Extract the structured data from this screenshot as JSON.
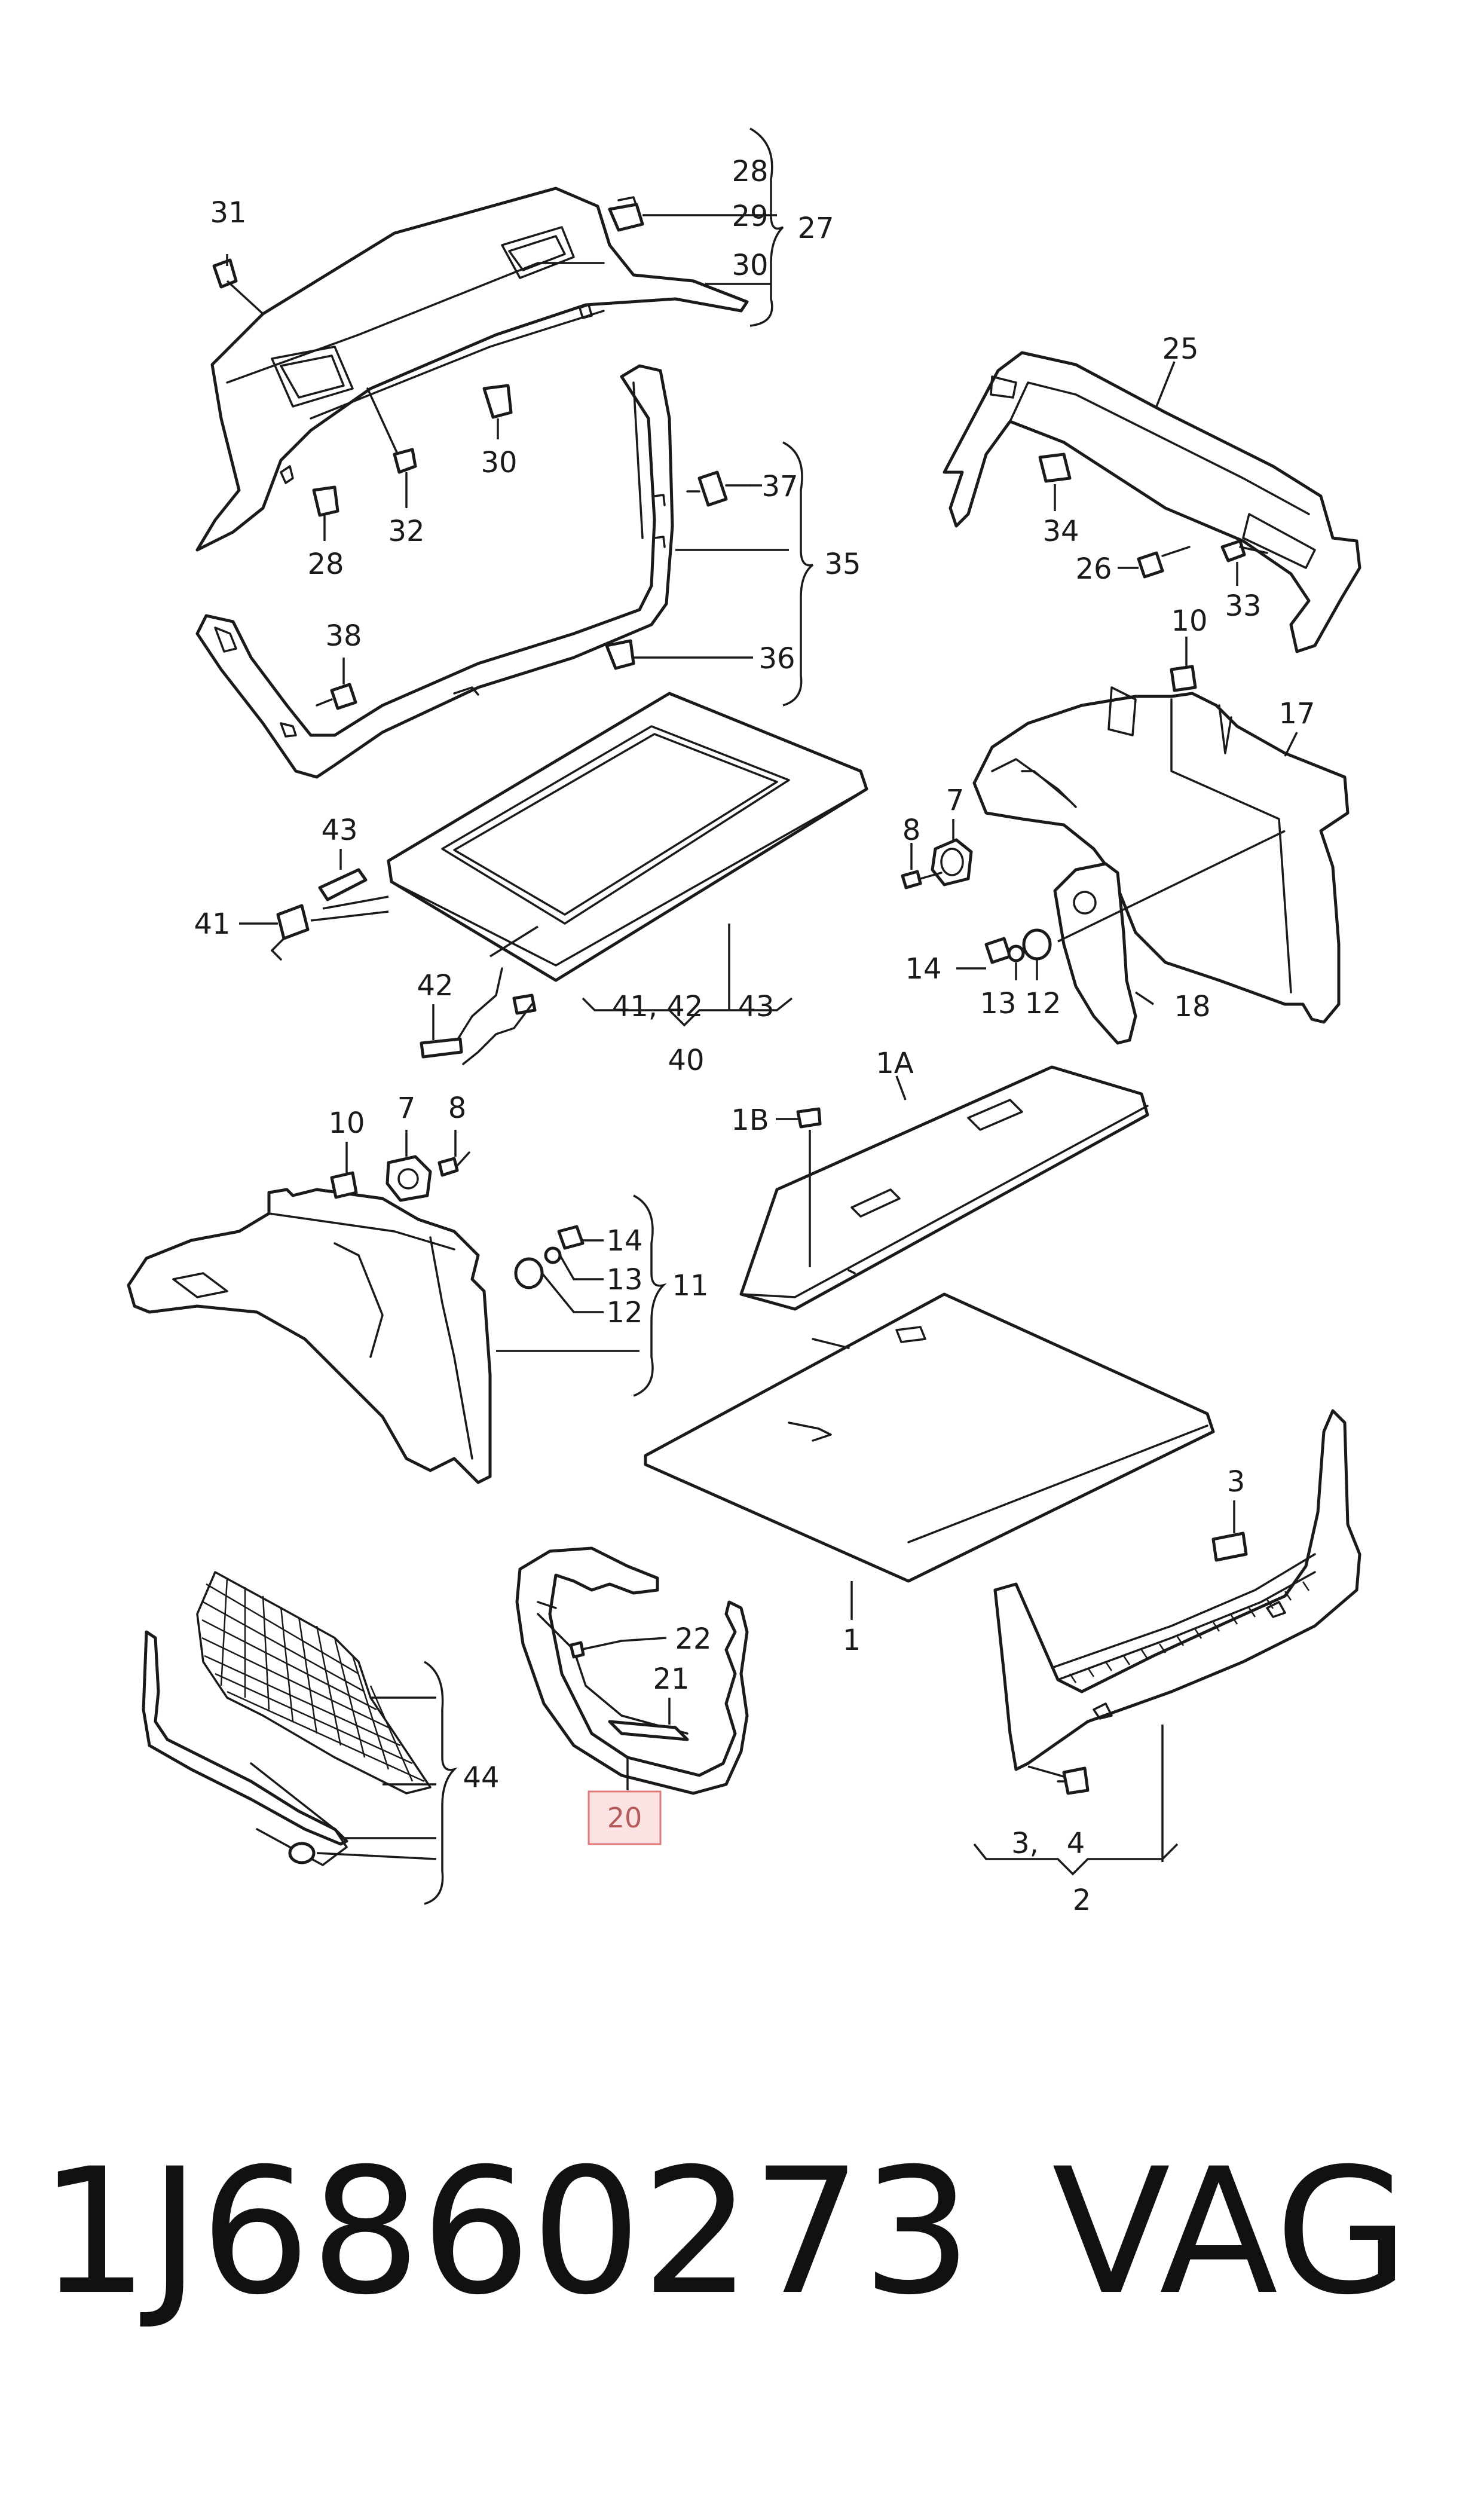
{
  "labels": {
    "l28a": "28",
    "l29": "29",
    "l27": "27",
    "l30a": "30",
    "l31": "31",
    "l32": "32",
    "l30b": "30",
    "l28b": "28",
    "l37": "37",
    "l35": "35",
    "l36": "36",
    "l38": "38",
    "l25": "25",
    "l34": "34",
    "l26": "26",
    "l33": "33",
    "l10a": "10",
    "l17": "17",
    "l7a": "7",
    "l8a": "8",
    "l14a": "14",
    "l13a": "13",
    "l12a": "12",
    "l18": "18",
    "l43a": "43",
    "l41": "41",
    "l42": "42",
    "l4142": "41, 42",
    "l43b": "43",
    "l40": "40",
    "l1A": "1A",
    "l1B": "1B",
    "l10b": "10",
    "l7b": "7",
    "l8b": "8",
    "l14b": "14",
    "l13b": "13",
    "l12b": "12",
    "l11": "11",
    "l1": "1",
    "l3a": "3",
    "l22": "22",
    "l21": "21",
    "l44": "44",
    "l34b": "3,",
    "l4": "4",
    "l2": "2"
  },
  "highlight": {
    "label": "20",
    "fill_color": "#fbe3e3",
    "stroke_color": "#e07a7a"
  },
  "footer": {
    "part_number": "1J6860273",
    "brand": "VAG"
  }
}
